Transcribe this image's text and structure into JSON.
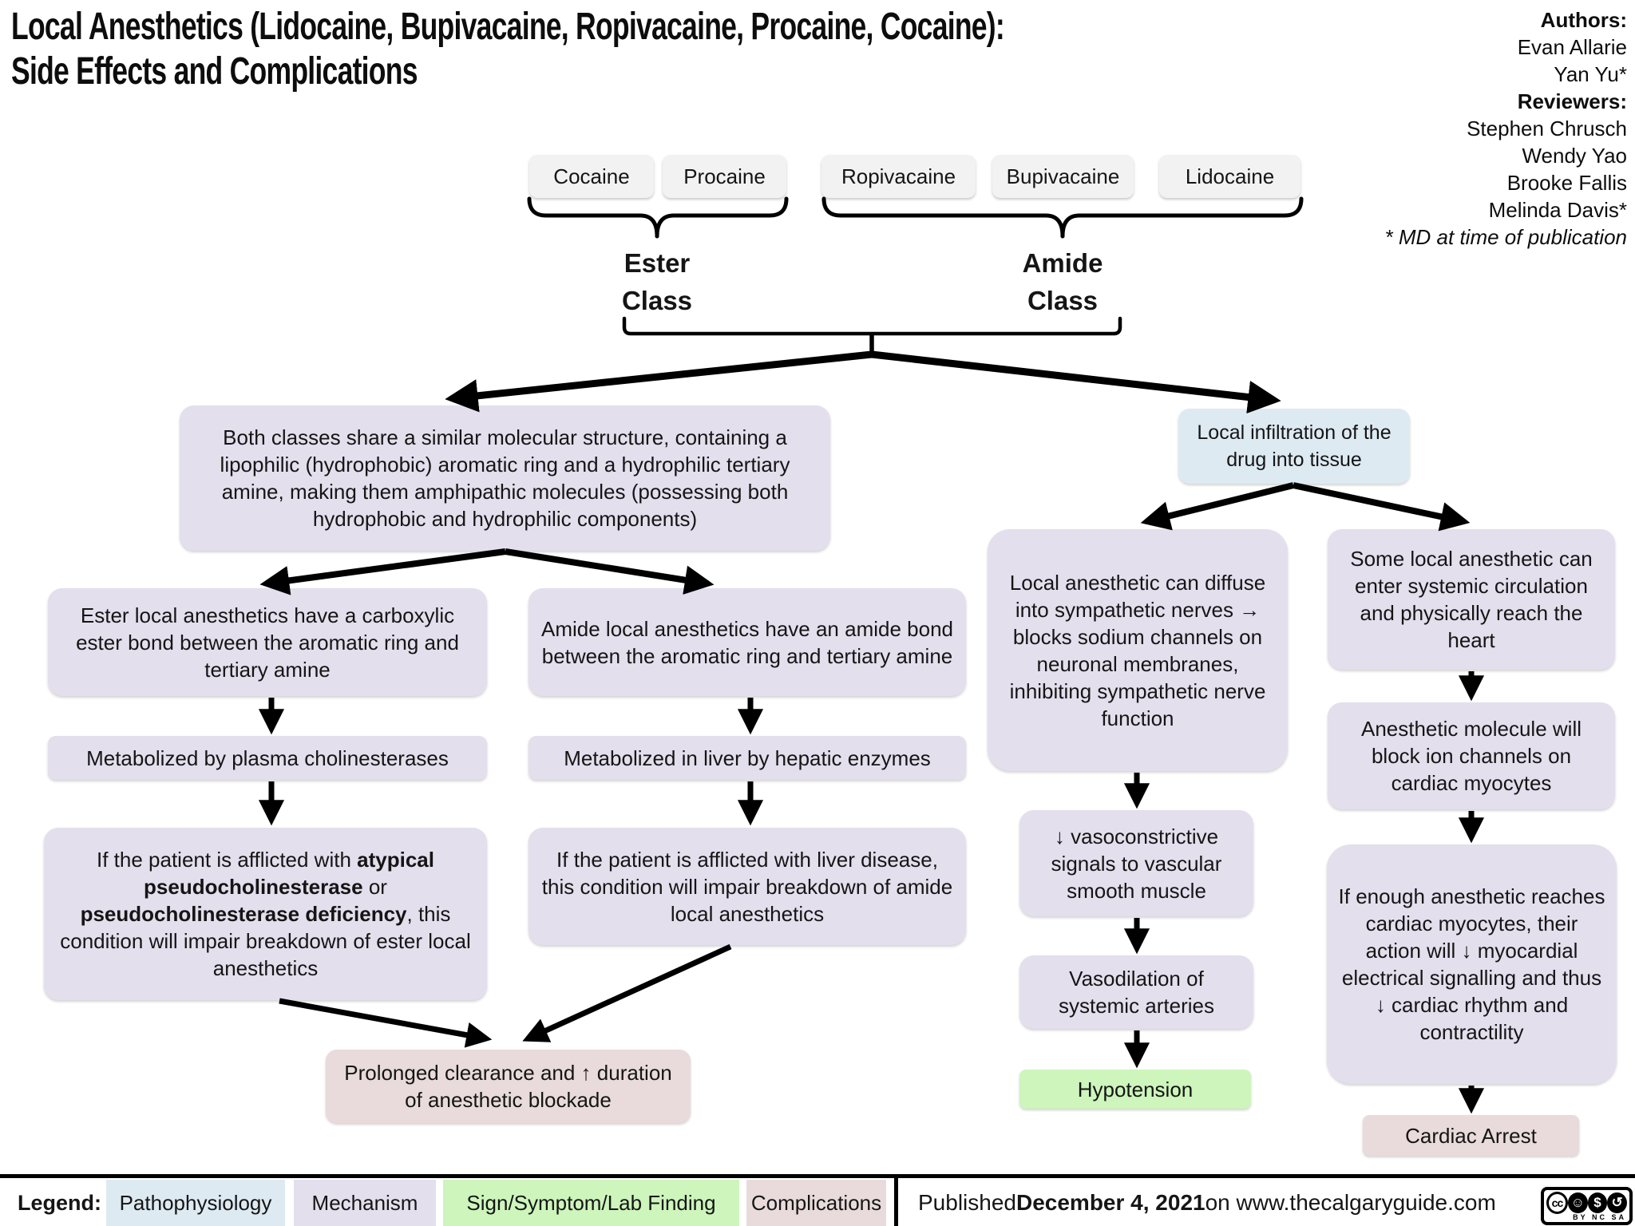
{
  "title": {
    "line1": "Local Anesthetics (Lidocaine, Bupivacaine, Ropivacaine, Procaine, Cocaine):",
    "line2": "Side Effects and Complications"
  },
  "credits": {
    "authors_label": "Authors:",
    "authors": [
      "Evan Allarie",
      "Yan Yu*"
    ],
    "reviewers_label": "Reviewers:",
    "reviewers": [
      "Stephen Chrusch",
      "Wendy Yao",
      "Brooke Fallis",
      "Melinda Davis*"
    ],
    "note": "* MD at time of publication"
  },
  "drugs": {
    "cocaine": "Cocaine",
    "procaine": "Procaine",
    "ropivacaine": "Ropivacaine",
    "bupivacaine": "Bupivacaine",
    "lidocaine": "Lidocaine"
  },
  "classes": {
    "ester": "Ester\nClass",
    "amide": "Amide\nClass"
  },
  "nodes": {
    "both_classes": "Both classes share a similar molecular structure, containing a lipophilic (hydrophobic) aromatic ring and a hydrophilic tertiary amine, making them amphipathic molecules (possessing both hydrophobic and hydrophilic components)",
    "ester_bond": "Ester local anesthetics have a carboxylic ester bond between the aromatic ring and tertiary amine",
    "amide_bond": "Amide local anesthetics have an amide bond between the aromatic ring and tertiary amine",
    "ester_metab": "Metabolized by plasma cholinesterases",
    "amide_metab": "Metabolized in liver by hepatic enzymes",
    "ester_def": {
      "p1": "If the patient is afflicted with ",
      "b1": "atypical pseudocholinesterase",
      "p2": " or ",
      "b2": "pseudocholinesterase deficiency",
      "p3": ", this condition will impair breakdown of ester local anesthetics"
    },
    "liver_disease": "If the patient is afflicted with liver disease, this condition will impair breakdown of amide local anesthetics",
    "prolonged": "Prolonged clearance and ↑ duration of anesthetic blockade",
    "infiltration": "Local infiltration of the drug into tissue",
    "diffuse": "Local anesthetic can diffuse into sympathetic nerves → blocks sodium channels on neuronal membranes, inhibiting sympathetic nerve function",
    "vasoconstrictive": "↓ vasoconstrictive signals to vascular smooth muscle",
    "vasodilation": "Vasodilation of systemic arteries",
    "hypotension": "Hypotension",
    "systemic": "Some local anesthetic can enter systemic circulation and physically reach the heart",
    "block_ion": "Anesthetic molecule will block ion channels on cardiac myocytes",
    "if_enough": "If enough anesthetic reaches cardiac myocytes, their action will ↓ myocardial electrical signalling and thus ↓ cardiac rhythm and contractility",
    "cardiac_arrest": "Cardiac Arrest"
  },
  "legend": {
    "label": "Legend:",
    "pathophysiology": "Pathophysiology",
    "mechanism": "Mechanism",
    "sign_symptom": "Sign/Symptom/Lab Finding",
    "complications": "Complications"
  },
  "footer": {
    "published_prefix": "Published ",
    "published_date": "December 4, 2021",
    "published_suffix": " on www.thecalgaryguide.com",
    "cc": {
      "logo": "cc",
      "by": "☺",
      "nc": "$",
      "sa": "↺",
      "sublabel": "BY NC SA"
    }
  },
  "colors": {
    "pathophysiology": "#DEEAF2",
    "mechanism": "#E3DFED",
    "sign_symptom": "#CDF5BC",
    "complications": "#E9DBDB",
    "drug_box": "#F2F2F2",
    "arrow": "#000000"
  }
}
